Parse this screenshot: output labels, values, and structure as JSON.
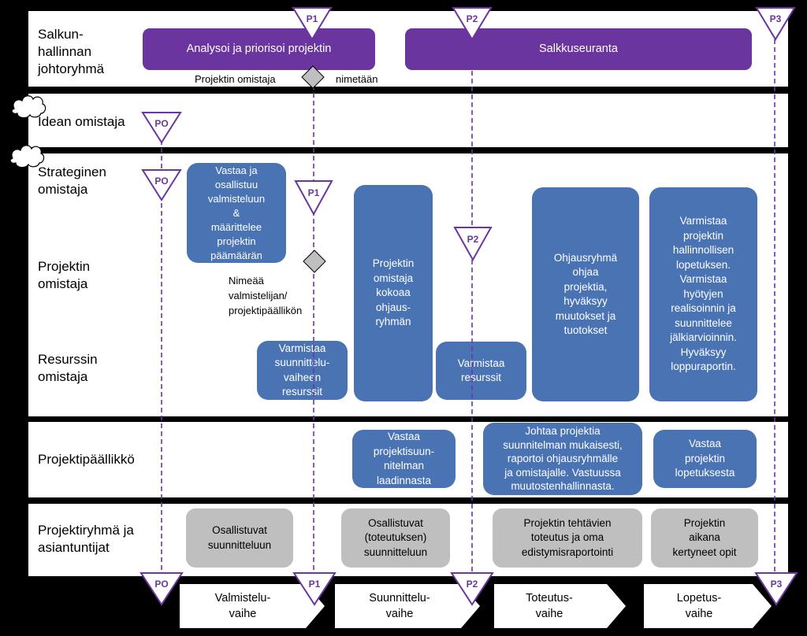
{
  "lanes": {
    "portfolio": "Salkun-\nhallinnan\njohtoryhmä",
    "idea": "Idean omistaja",
    "strategic": "Strateginen\nomistaja",
    "project_owner": "Projektin\nomistaja",
    "resource": "Resurssin\nomistaja",
    "pm": "Projektipäällikkö",
    "team": "Projektiryhmä ja\nasiantuntijat"
  },
  "portfolio_boxes": {
    "analyze": "Analysoi ja priorisoi projektin",
    "tracking": "Salkkuseuranta"
  },
  "notes": {
    "owner_named_left": "Projektin omistaja",
    "owner_named_right": "nimetään",
    "appoint": "Nimeää\nvalmistelijan/\nprojektipäällikön"
  },
  "blue_boxes": {
    "prepare": "Vastaa ja\nosallistuu\nvalmisteluun\n&\nmäärittelee\nprojektin\npäämäärän",
    "resources_plan": "Varmistaa\nsuunnittelu-\nvaiheen\nresurssit",
    "steering_group": "Projektin\nomistaja\nkokoaa\nohjaus-\nryhmän",
    "resources": "Varmistaa\nresurssit",
    "steering": "Ohjausryhmä\nohjaa\nprojektia,\nhyväksyy\nmuutokset ja\ntuotokset",
    "closing": "Varmistaa\nprojektin\nhallinnollisen\nlopetuksen.\nVarmistaa\nhyötyjen\nrealisoinnin ja\nsuunnittelee\njälkiarvioinnin.\nHyväksyy\nloppuraportin.",
    "pm_plan": "Vastaa\nprojektisuun-\nnitelman\nlaadinnasta",
    "pm_lead": "Johtaa projektia\nsuunnitelman mukaisesti,\nraportoi ohjausryhmälle\nja omistajalle. Vastuussa\nmuutostenhallinnasta.",
    "pm_close": "Vastaa\nprojektin\nlopetuksesta"
  },
  "gray_boxes": {
    "participate_plan": "Osallistuvat\nsuunnitteluun",
    "participate_exec": "Osallistuvat\n(toteutuksen)\nsuunnitteluun",
    "execution": "Projektin tehtävien\ntoteutus ja oma\nedistymisraportointi",
    "lessons": "Projektin\naikana\nkertyneet opit"
  },
  "milestones": {
    "po": "PO",
    "p1": "P1",
    "p2": "P2",
    "p3": "P3"
  },
  "phases": {
    "prep": "Valmistelu-\nvaihe",
    "plan": "Suunnittelu-\nvaihe",
    "exec": "Toteutus-\nvaihe",
    "close": "Lopetus-\nvaihe"
  },
  "colors": {
    "purple": "#6b35a0",
    "blue": "#4a73b3",
    "gray": "#bfbfbf",
    "diamond": "#bfbfbf"
  }
}
